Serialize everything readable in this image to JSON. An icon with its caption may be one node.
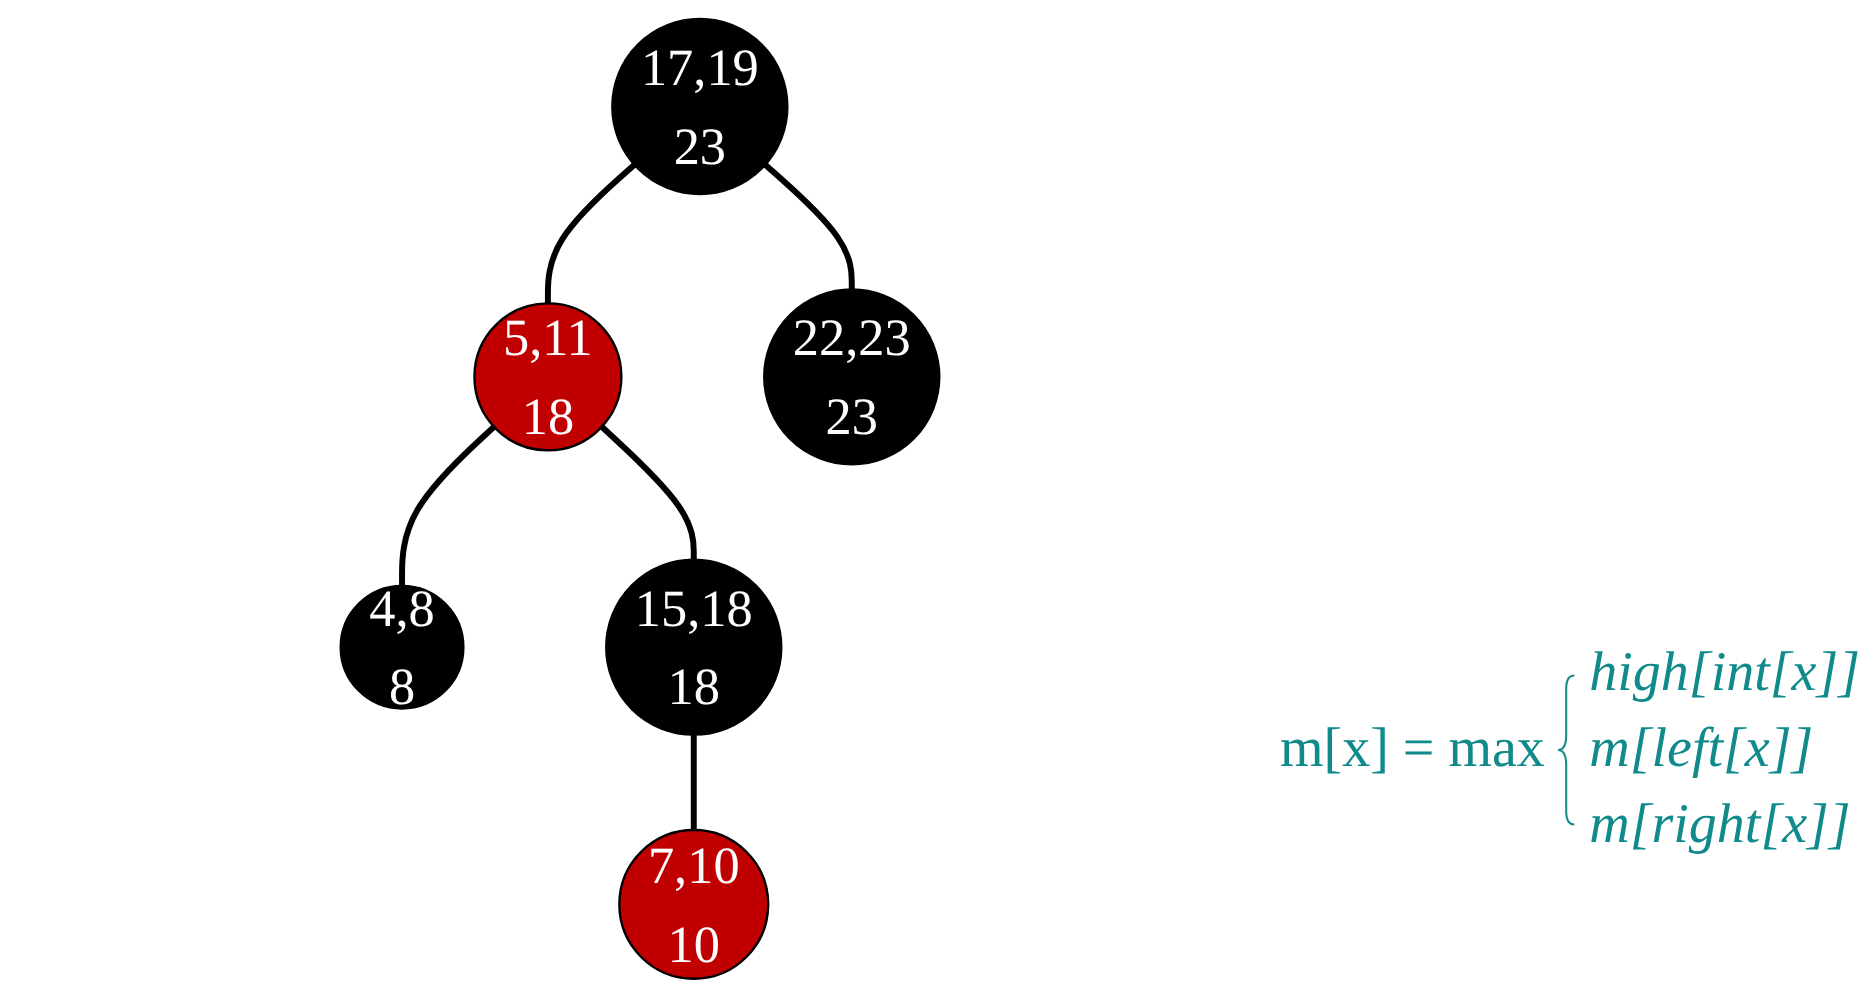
{
  "diagram": {
    "nodes": [
      {
        "text": [
          "17,19",
          "23"
        ]
      },
      {
        "text": [
          "5,11",
          "18"
        ]
      },
      {
        "text": [
          "22,23",
          "23"
        ]
      },
      {
        "text": [
          "4,8",
          "8"
        ]
      },
      {
        "text": [
          "15,18",
          "18"
        ]
      },
      {
        "text": [
          "7,10",
          "10"
        ]
      }
    ],
    "edges": [
      {
        "from": 0,
        "to": 1,
        "arrow": "none"
      },
      {
        "from": 0,
        "to": 2,
        "arrow": "none"
      },
      {
        "from": 1,
        "to": 3,
        "arrow": "none"
      },
      {
        "from": 1,
        "to": 4,
        "arrow": "none"
      },
      {
        "from": 4,
        "to": 5,
        "arrow": "none"
      }
    ],
    "labels": [
      "m[x] = max",
      "high[int[x]]",
      "m[left[x]]",
      "m[right[x]]"
    ]
  }
}
